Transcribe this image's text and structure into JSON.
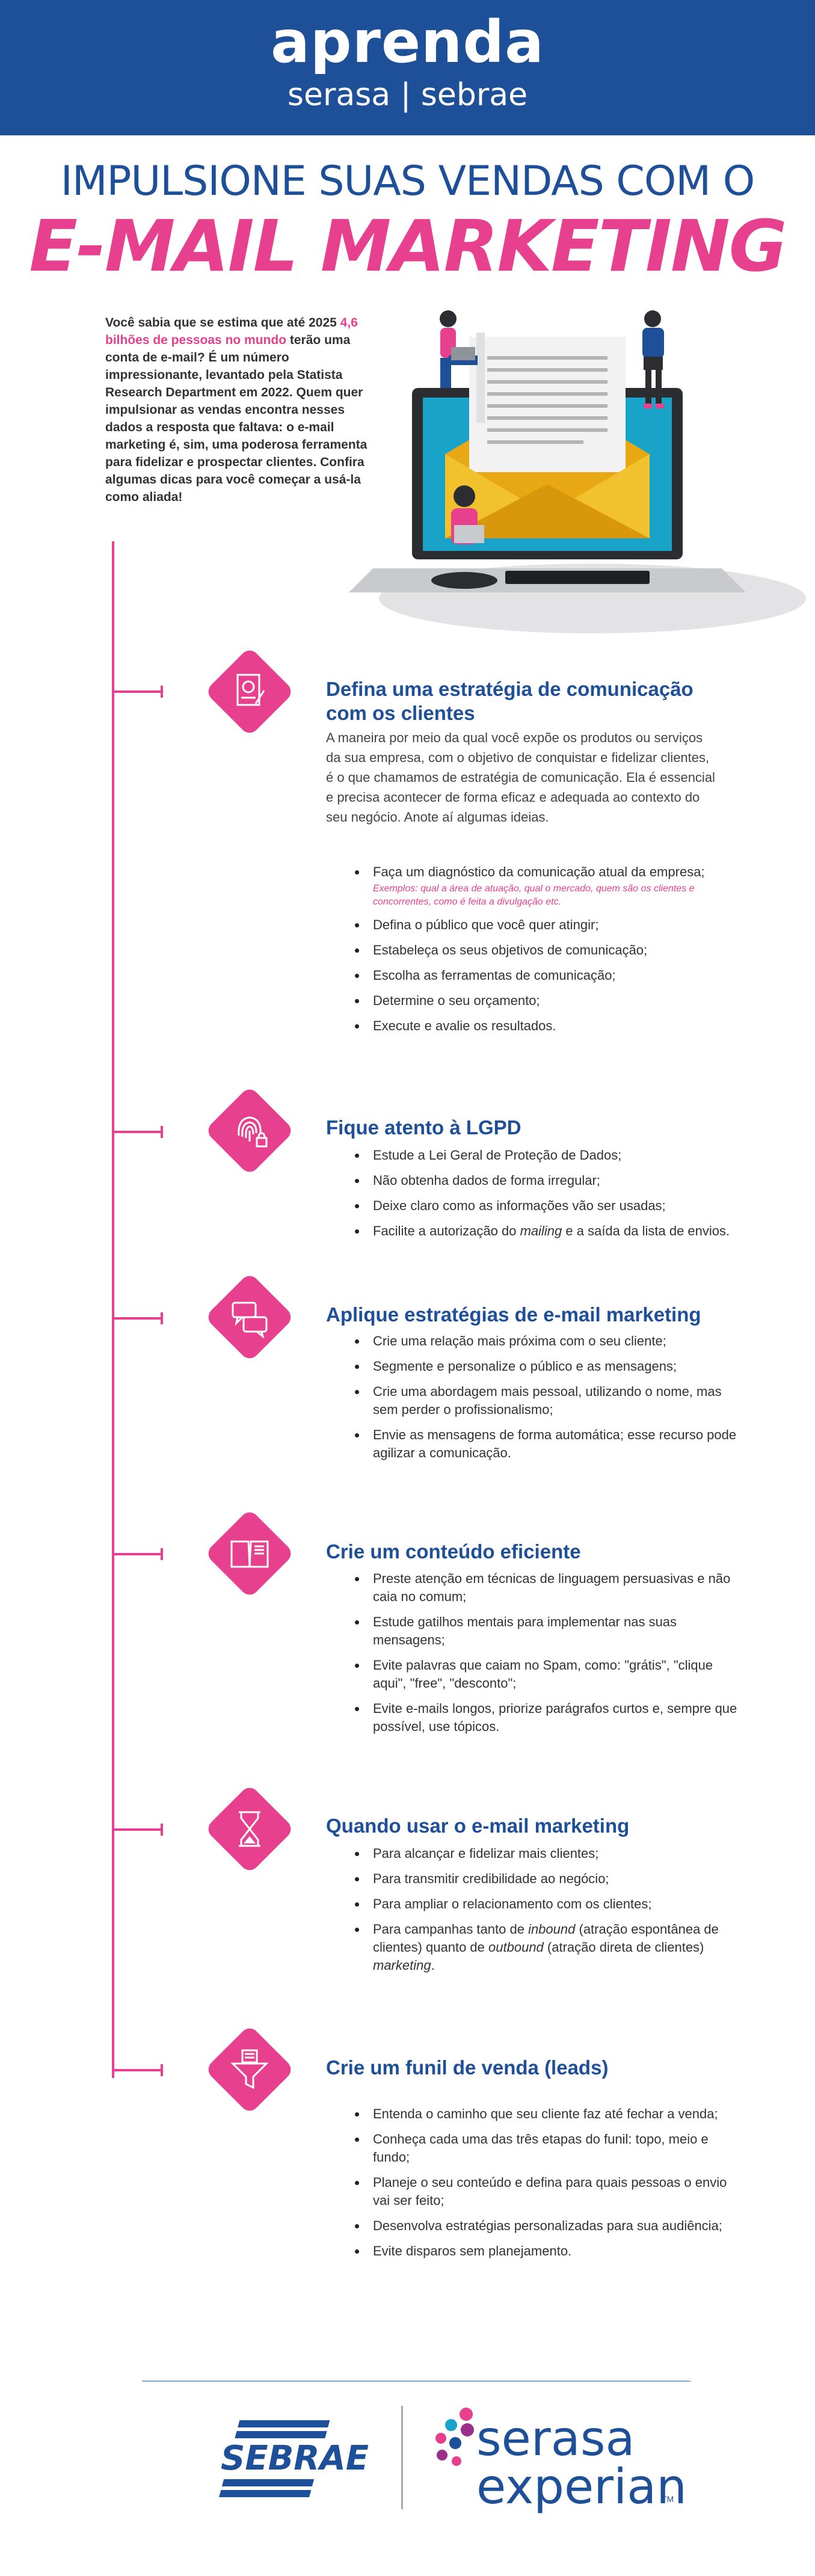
{
  "header": {
    "brand": "aprenda",
    "sub": "serasa | sebrae"
  },
  "title": {
    "top": "IMPULSIONE SUAS VENDAS COM O",
    "main": "E-MAIL MARKETING"
  },
  "intro": {
    "p1": "Você sabia que se estima que até 2025 ",
    "highlight": "4,6 bilhões de pessoas no mundo",
    "p2": " terão uma conta de e-mail? É um número impressionante, levantado pela Statista Research Department em 2022. Quem quer impulsionar as vendas encontra nesses dados a resposta que faltava: o e-mail marketing é, sim, uma poderosa ferramenta para fidelizar e prospectar clientes. Confira algumas dicas para você começar a usá-la como aliada!"
  },
  "sections": [
    {
      "title_l1": "Defina uma estratégia de comunicação",
      "title_l2": "com os clientes",
      "desc": "A maneira por meio da qual você expõe os produtos ou serviços da sua empresa, com o objetivo de conquistar e fidelizar clientes, é o que chamamos de estratégia de comunicação. Ela é essencial e precisa acontecer de forma eficaz e adequada ao contexto do seu negócio. Anote aí algumas ideias.",
      "items": [
        "Faça um diagnóstico da comunicação atual da empresa;",
        "Defina o público que você quer atingir;",
        "Estabeleça os seus objetivos de comunicação;",
        "Escolha as ferramentas de comunicação;",
        "Determine o seu orçamento;",
        "Execute e avalie os resultados."
      ],
      "example": "Exemplos: qual a área de atuação, qual o mercado, quem são os clientes e concorrentes, como é feita a divulgação etc."
    },
    {
      "title_l1": "Fique atento à LGPD",
      "items": [
        "Estude a Lei Geral de Proteção de Dados;",
        "Não obtenha dados de forma irregular;",
        "Deixe claro como as informações vão ser usadas;"
      ],
      "item4_a": "Facilite a autorização do ",
      "item4_em": "mailing",
      "item4_b": " e a saída da lista de envios."
    },
    {
      "title_l1": "Aplique estratégias de e-mail marketing",
      "items": [
        "Crie uma relação mais próxima com o seu cliente;",
        "Segmente e personalize o público e as mensagens;",
        "Crie uma abordagem mais pessoal, utilizando o nome, mas sem perder o profissionalismo;",
        "Envie as mensagens de forma automática; esse recurso pode agilizar a comunicação."
      ]
    },
    {
      "title_l1": "Crie um conteúdo eficiente",
      "items": [
        "Preste atenção em técnicas de linguagem persuasivas e não caia no comum;",
        "Estude gatilhos mentais para implementar nas suas mensagens;",
        "Evite palavras que caiam no Spam, como: \"grátis\", \"clique aqui\", \"free\", \"desconto\";",
        "Evite e-mails longos, priorize parágrafos curtos e, sempre que possível, use tópicos."
      ]
    },
    {
      "title_l1": "Quando usar o e-mail marketing",
      "items": [
        "Para alcançar e fidelizar mais clientes;",
        "Para transmitir credibilidade ao negócio;",
        "Para ampliar o relacionamento com os clientes;"
      ],
      "item4_a": "Para campanhas tanto de ",
      "item4_em1": "inbound",
      "item4_b": " (atração espontânea de clientes) quanto de ",
      "item4_em2": "outbound",
      "item4_c": " (atração direta de clientes) ",
      "item4_em3": "marketing",
      "item4_d": "."
    },
    {
      "title_l1": "Crie um funil de venda (leads)",
      "items": [
        "Entenda o caminho que seu cliente faz até fechar a venda;",
        "Conheça cada uma das três etapas do funil: topo, meio e fundo;",
        "Planeje o seu conteúdo e defina para quais pessoas o envio vai ser feito;",
        "Desenvolva estratégias personalizadas para sua audiência;",
        "Evite disparos sem planejamento."
      ]
    }
  ],
  "footer": {
    "sebrae": "SEBRAE",
    "serasa_l1": "serasa",
    "serasa_l2": "experian",
    "tm": "TM"
  },
  "colors": {
    "blue": "#1e4f99",
    "pink": "#e6408e"
  }
}
